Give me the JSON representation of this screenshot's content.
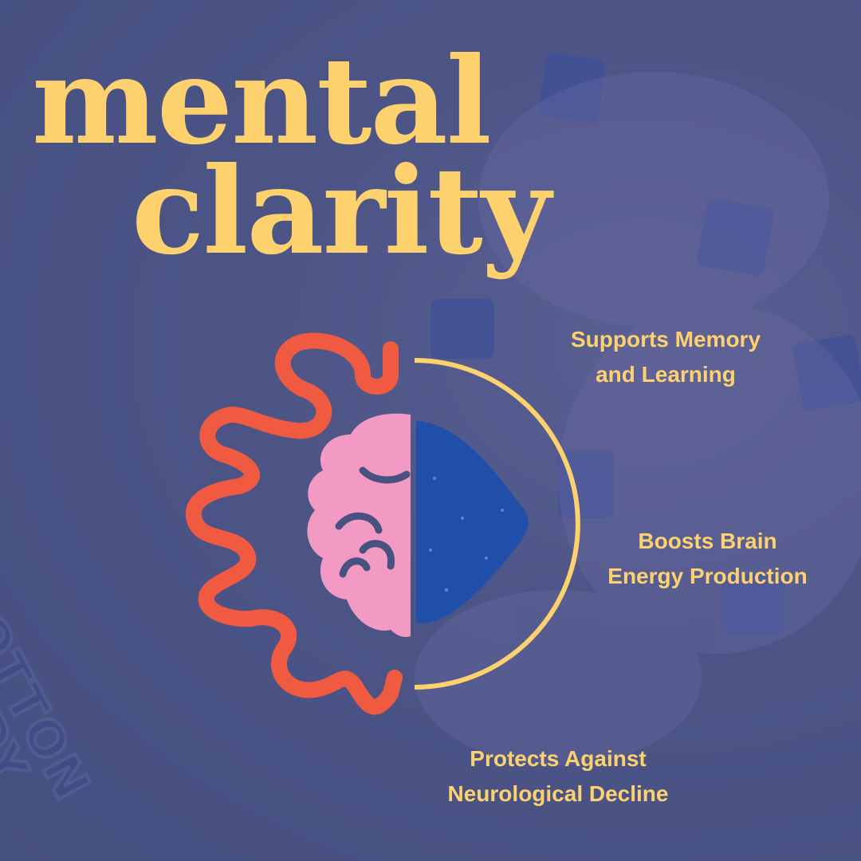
{
  "title": {
    "line1": "mental",
    "line2": "clarity"
  },
  "benefits": [
    {
      "line1": "Supports Memory",
      "line2": "and Learning"
    },
    {
      "line1": "Boosts Brain",
      "line2": "Energy Production"
    },
    {
      "line1": "Protects Against",
      "line2": "Neurological Decline"
    }
  ],
  "background_logo": "COTTON CANDY",
  "colors": {
    "background": "#48527f",
    "accent_yellow": "#fdd26e",
    "squiggle": "#f05a40",
    "brain_pink": "#f29ac4",
    "gummy_blue": "#1f4fa8"
  }
}
